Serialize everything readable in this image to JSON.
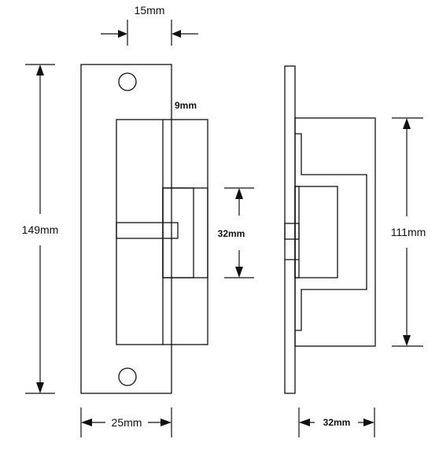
{
  "dimensions": {
    "width_top": "15mm",
    "offset": "9mm",
    "height_total": "149mm",
    "slot_height": "32mm",
    "height_body": "111mm",
    "width_bottom": "25mm",
    "depth": "32mm"
  },
  "colors": {
    "line": "#111111",
    "background": "#ffffff"
  }
}
